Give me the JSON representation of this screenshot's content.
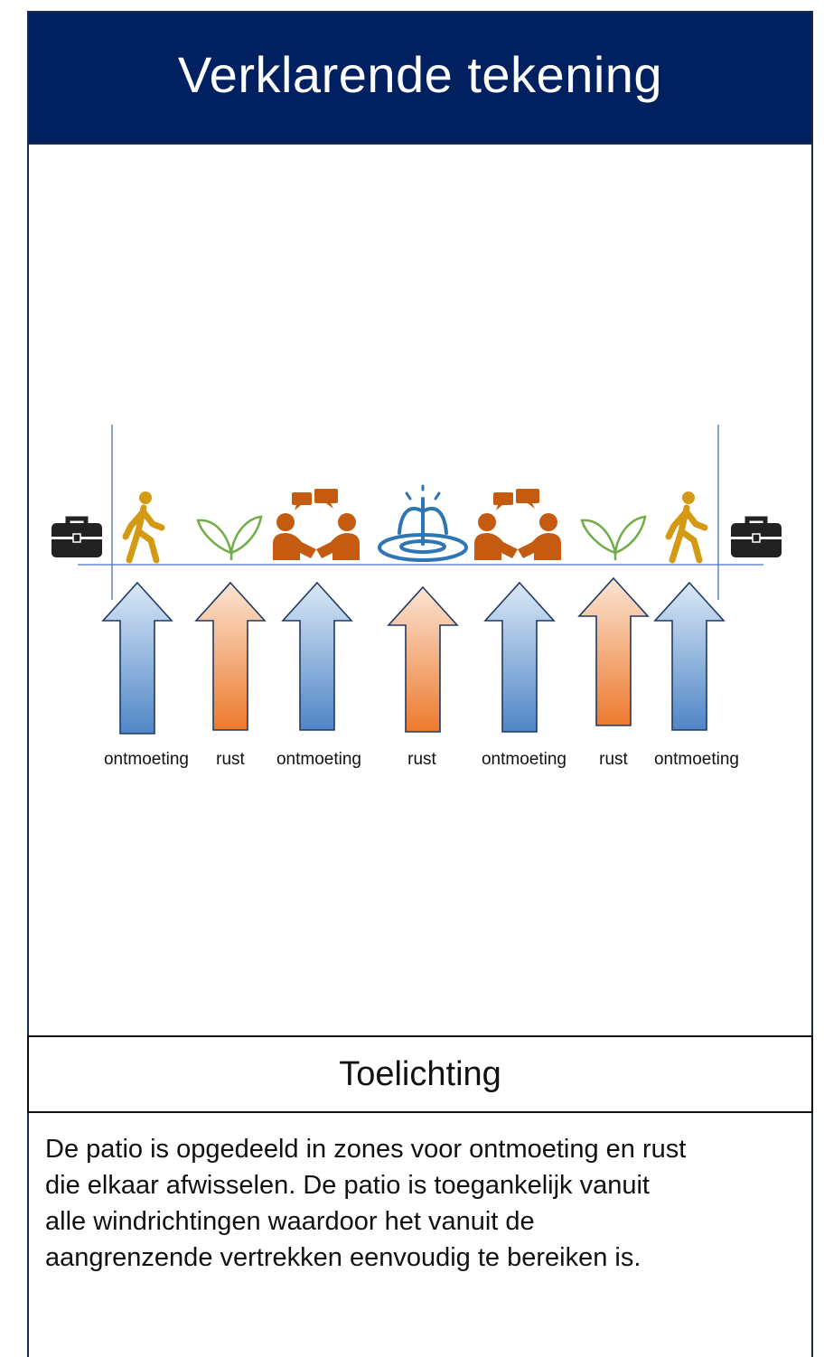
{
  "header": {
    "title": "Verklarende tekening"
  },
  "diagram": {
    "zones": [
      {
        "label": "ontmoeting",
        "type": "ontmoeting",
        "icon": "walking-person-icon"
      },
      {
        "label": "rust",
        "type": "rust",
        "icon": "leaf-icon"
      },
      {
        "label": "ontmoeting",
        "type": "ontmoeting",
        "icon": "meeting-people-icon"
      },
      {
        "label": "rust",
        "type": "rust",
        "icon": "fountain-icon"
      },
      {
        "label": "ontmoeting",
        "type": "ontmoeting",
        "icon": "meeting-people-icon"
      },
      {
        "label": "rust",
        "type": "rust",
        "icon": "leaf-icon"
      },
      {
        "label": "ontmoeting",
        "type": "ontmoeting",
        "icon": "walking-person-icon"
      }
    ],
    "side_icons": [
      "briefcase-icon",
      "briefcase-icon"
    ],
    "colors": {
      "ontmoeting_arrow_top": "#dbe8f6",
      "ontmoeting_arrow_bottom": "#4f86c6",
      "rust_arrow_top": "#fbe4d3",
      "rust_arrow_bottom": "#ec7a2e",
      "person": "#d49a14",
      "meeting": "#c55a11",
      "leaf": "#70ad47",
      "fountain": "#2e75b6",
      "line": "#4472c4"
    }
  },
  "section": {
    "title": "Toelichting"
  },
  "description": {
    "lines": [
      "De patio is opgedeeld in zones voor ontmoeting en rust",
      "die elkaar afwisselen. De patio is toegankelijk vanuit",
      "alle windrichtingen waardoor het vanuit de",
      "aangrenzende vertrekken eenvoudig te bereiken is."
    ]
  }
}
